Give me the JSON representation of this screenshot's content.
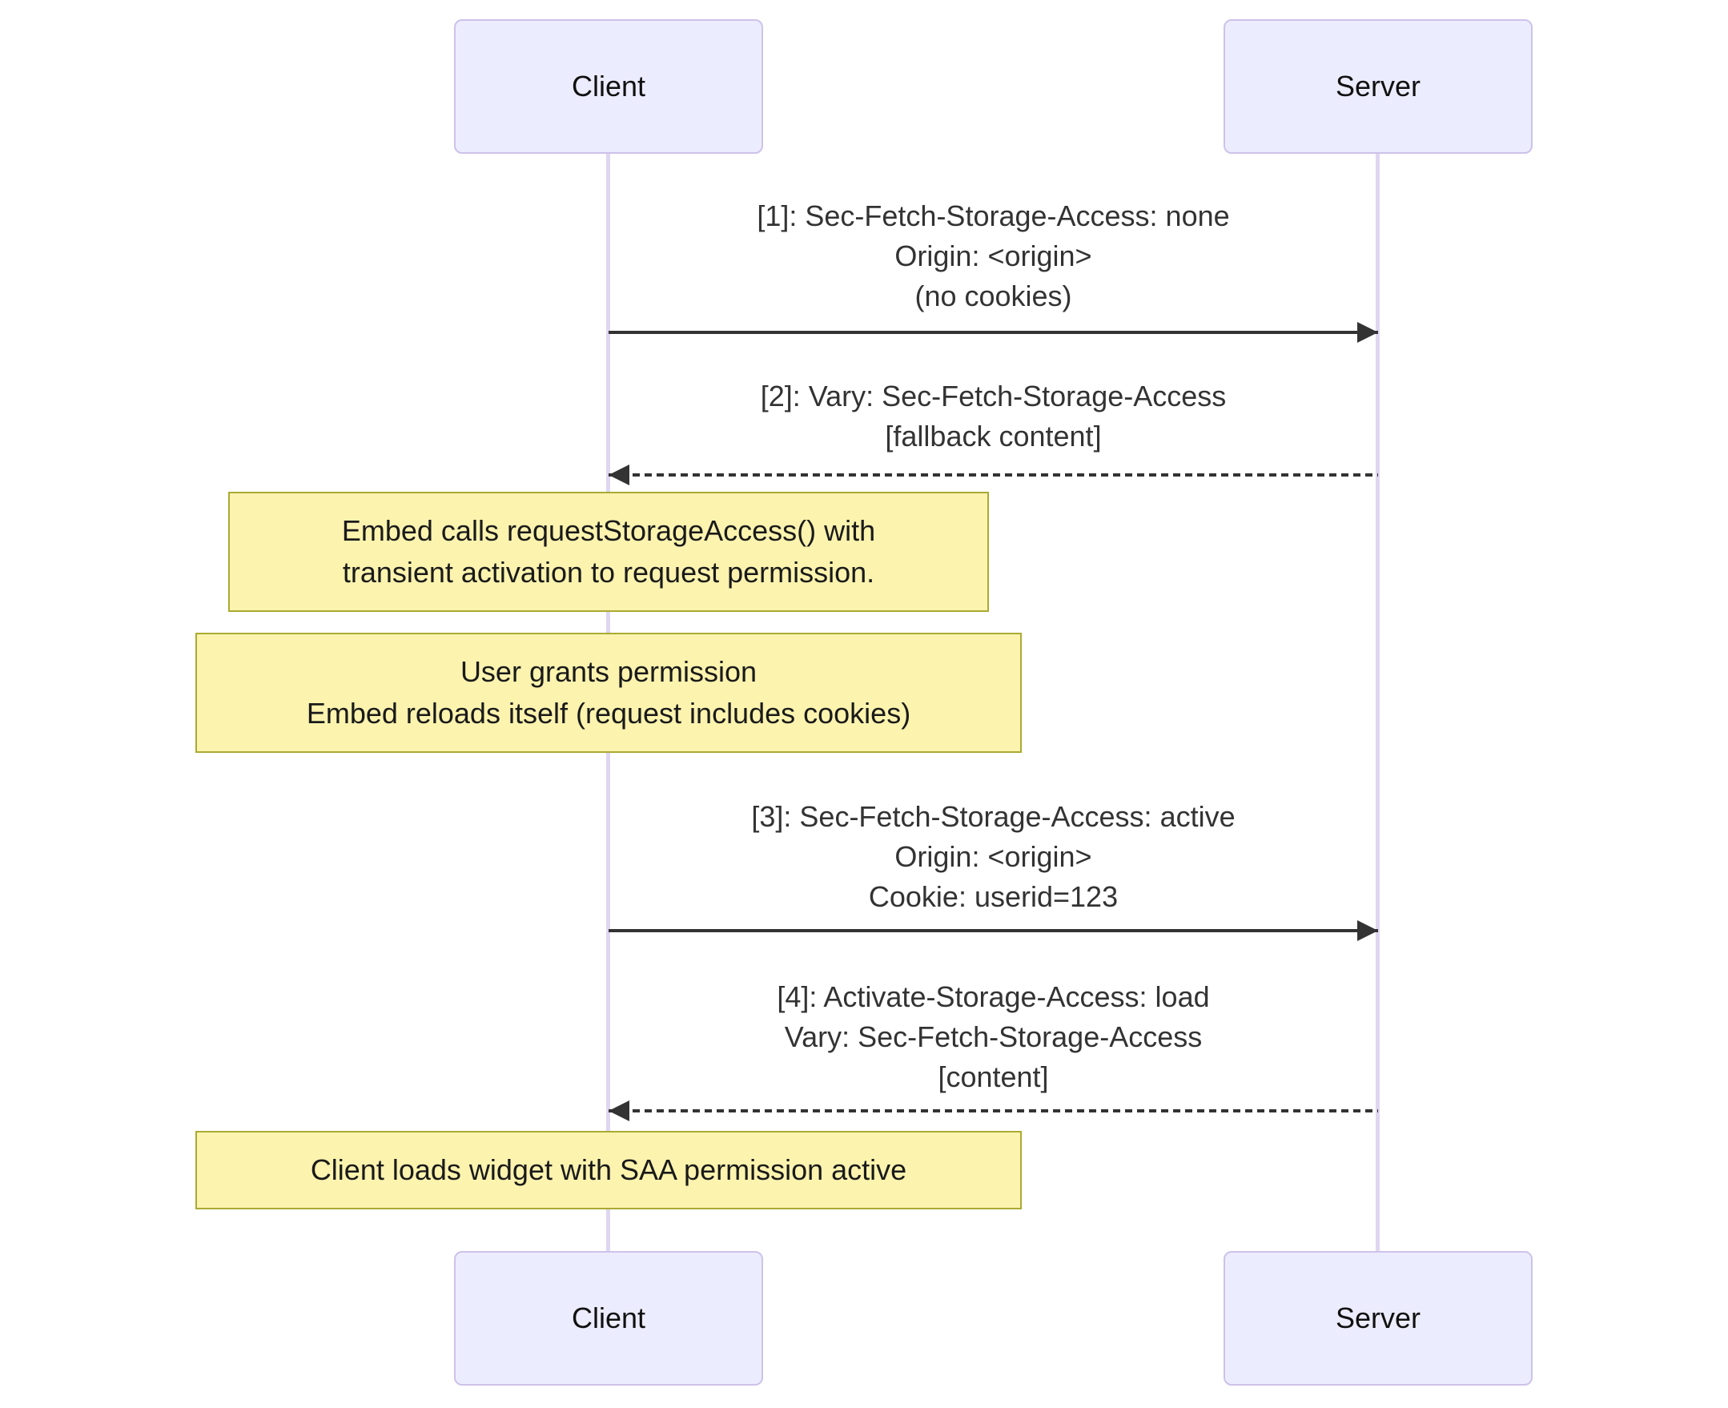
{
  "diagram": {
    "type": "sequence-diagram",
    "actors": [
      {
        "id": "client",
        "label": "Client"
      },
      {
        "id": "server",
        "label": "Server"
      }
    ],
    "messages": [
      {
        "seq": 1,
        "from": "Client",
        "to": "Server",
        "line_style": "solid",
        "lines": [
          "[1]: Sec-Fetch-Storage-Access: none",
          "Origin: <origin>",
          "(no cookies)"
        ]
      },
      {
        "seq": 2,
        "from": "Server",
        "to": "Client",
        "line_style": "dashed",
        "lines": [
          "[2]: Vary: Sec-Fetch-Storage-Access",
          "[fallback content]"
        ]
      },
      {
        "seq": 3,
        "from": "Client",
        "to": "Server",
        "line_style": "solid",
        "lines": [
          "[3]: Sec-Fetch-Storage-Access: active",
          "Origin: <origin>",
          "Cookie: userid=123"
        ]
      },
      {
        "seq": 4,
        "from": "Server",
        "to": "Client",
        "line_style": "dashed",
        "lines": [
          "[4]: Activate-Storage-Access: load",
          "Vary: Sec-Fetch-Storage-Access",
          "[content]"
        ]
      }
    ],
    "notes": [
      {
        "over": "Client",
        "lines": [
          "Embed calls requestStorageAccess() with",
          "transient activation to request permission."
        ]
      },
      {
        "over": "Client",
        "lines": [
          "User grants permission",
          "Embed reloads itself (request includes cookies)"
        ]
      },
      {
        "over": "Client",
        "lines": [
          "Client loads widget with SAA permission active"
        ]
      }
    ],
    "colors": {
      "background": "#FFFFFF",
      "actor_fill": "#ECECFF",
      "actor_border": "#CDC2E9",
      "lifeline": "#DFD6F1",
      "note_fill": "#FBF3AE",
      "note_border": "#AAAA33",
      "arrow": "#333333",
      "message_text": "#333333"
    }
  }
}
